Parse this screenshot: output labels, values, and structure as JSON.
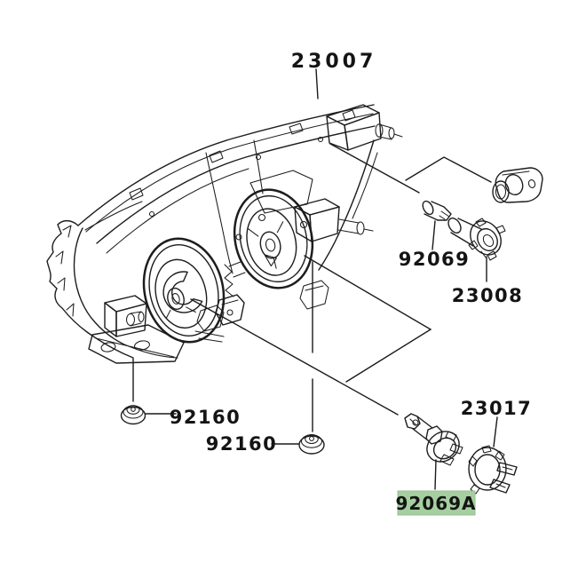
{
  "colors": {
    "background": "#ffffff",
    "ink": "#1d1d1d",
    "highlight": "#a6cfa1"
  },
  "labels": {
    "part_23007": "23007",
    "part_92069": "92069",
    "part_23008": "23008",
    "part_92160_left": "92160",
    "part_92160_right": "92160",
    "part_23017": "23017",
    "part_92069a": "92069A"
  }
}
